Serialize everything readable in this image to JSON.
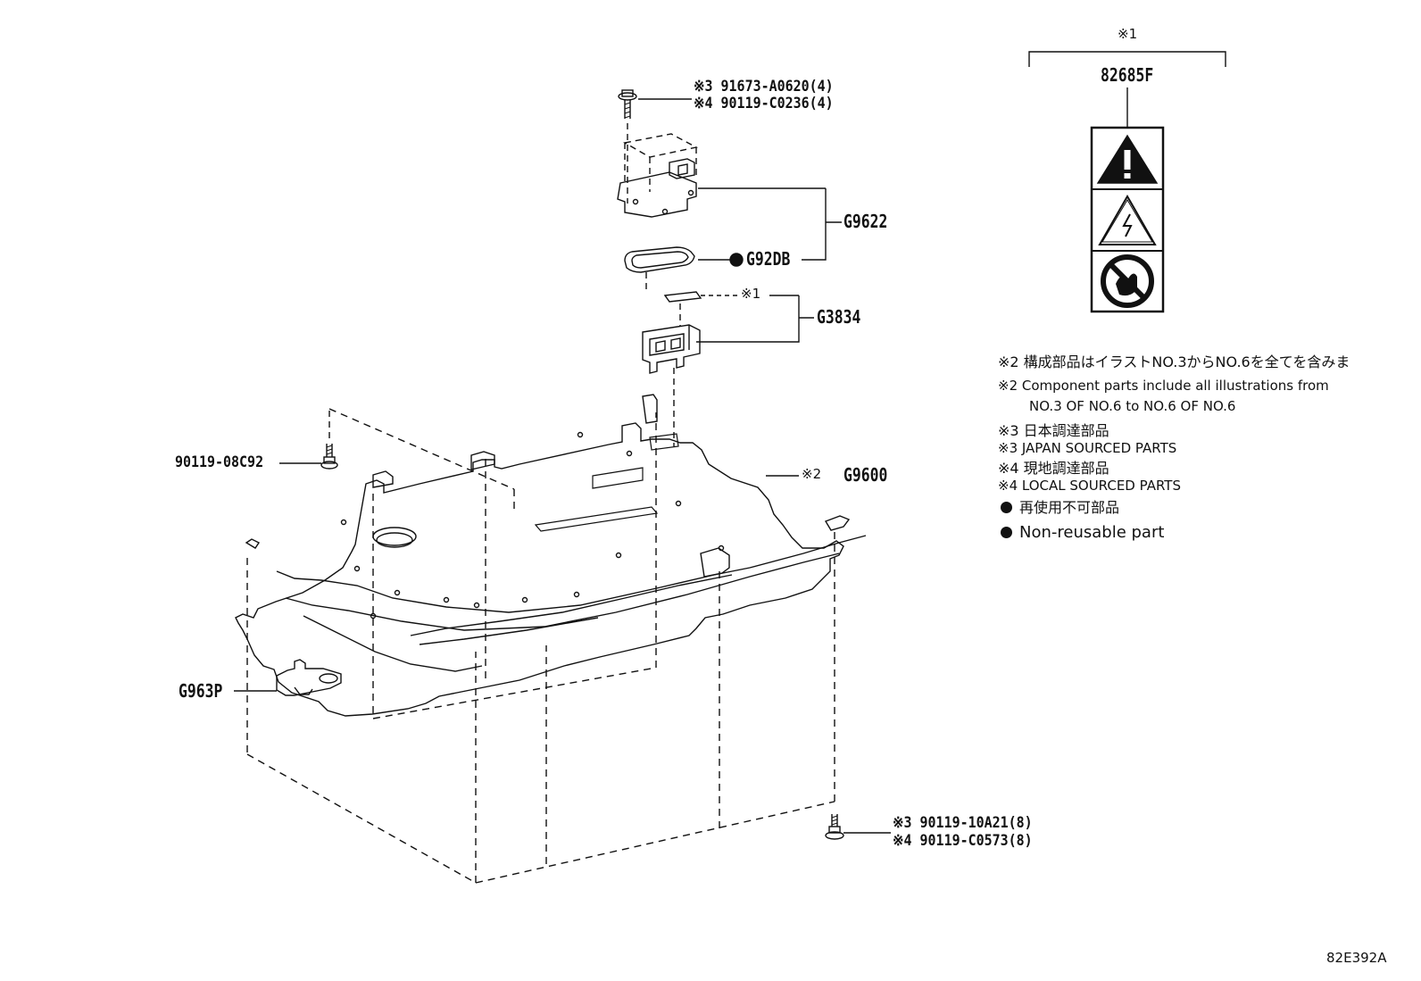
{
  "callouts": {
    "label_part": "82685F",
    "label_part_mark": "※1",
    "bolt_top_3": "※3 91673-A0620(4)",
    "bolt_top_4": "※4 90119-C0236(4)",
    "g9622": "G9622",
    "g92db": "G92DB",
    "g3834": "G3834",
    "g3834_mark": "※1",
    "bolt_left": "90119-08C92",
    "g9600_mark": "※2",
    "g9600": "G9600",
    "g963p": "G963P",
    "bolt_bottom_3": "※3 90119-10A21(8)",
    "bolt_bottom_4": "※4 90119-C0573(8)"
  },
  "notes": {
    "note2_jp": "※2 構成部品はイラストNO.3からNO.6を全てを含みま",
    "note2_en_1": "※2 Component parts include all illustrations from",
    "note2_en_2": "NO.3 OF NO.6 to NO.6 OF NO.6",
    "note3_jp": "※3 日本調達部品",
    "note3_en": "※3 JAPAN SOURCED PARTS",
    "note4_jp": "※4 現地調達部品",
    "note4_en": "※4 LOCAL SOURCED PARTS",
    "nonreuse_jp": "再使用不可部品",
    "nonreuse_en": "Non-reusable part"
  },
  "diagram_id": "82E392A",
  "icons": [
    "warning-triangle-icon",
    "high-voltage-icon",
    "no-touch-icon",
    "bolt-icon",
    "filled-dot-icon"
  ]
}
